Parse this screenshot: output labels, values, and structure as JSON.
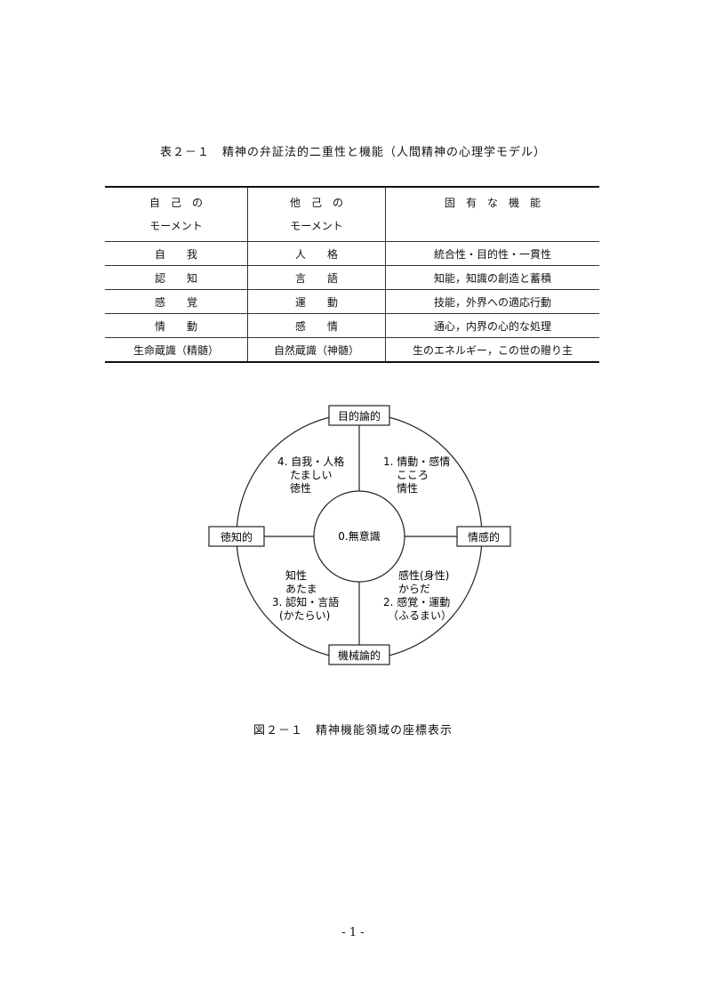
{
  "table": {
    "caption": "表２－１　精神の弁証法的二重性と機能（人間精神の心理学モデル）",
    "headers": [
      [
        "自　己　の",
        "モーメント"
      ],
      [
        "他　己　の",
        "モーメント"
      ],
      [
        "固　有　な　機　能",
        ""
      ]
    ],
    "rows": [
      [
        "自　　我",
        "人　　格",
        "統合性・目的性・一貫性"
      ],
      [
        "認　　知",
        "言　　語",
        "知能，知識の創造と蓄積"
      ],
      [
        "感　　覚",
        "運　　動",
        "技能，外界への適応行動"
      ],
      [
        "情　　動",
        "感　　情",
        "通心，内界の心的な処理"
      ],
      [
        "生命蔵識（精髄）",
        "自然蔵識（神髄）",
        "生のエネルギー，この世の贈り主"
      ]
    ]
  },
  "diagram": {
    "axes": {
      "top": "目的論的",
      "bottom": "機械論的",
      "left": "徳知的",
      "right": "情感的"
    },
    "center": "0.無意識",
    "quadrants": {
      "upper_left": [
        "4. 自我・人格",
        "たましい",
        "徳性"
      ],
      "upper_right": [
        "1. 情動・感情",
        "こころ",
        "情性"
      ],
      "lower_left": [
        "知性",
        "あたま",
        "3. 認知・言語",
        "(かたらい)"
      ],
      "lower_right": [
        "感性(身性)",
        "からだ",
        "2. 感覚・運動",
        "（ふるまい）"
      ]
    }
  },
  "figure": {
    "caption": "図２－１　精神機能領域の座標表示"
  },
  "page": {
    "number": "- 1 -"
  }
}
